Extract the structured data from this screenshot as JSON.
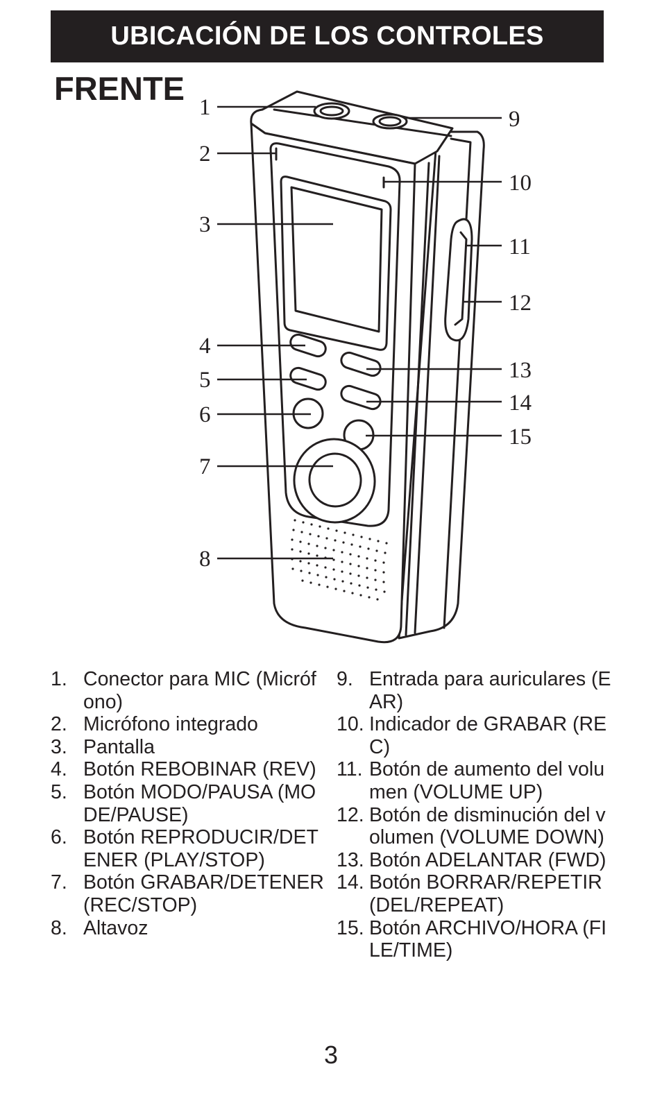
{
  "header": {
    "title": "UBICACIÓN DE LOS CONTROLES"
  },
  "section": {
    "title": "FRENTE"
  },
  "callouts": [
    "1",
    "2",
    "3",
    "4",
    "5",
    "6",
    "7",
    "8",
    "9",
    "10",
    "11",
    "12",
    "13",
    "14",
    "15"
  ],
  "legend_left": [
    {
      "num": "1.",
      "text": "Conector para MIC (Micrófono)"
    },
    {
      "num": "2.",
      "text": "Micrófono integrado"
    },
    {
      "num": "3.",
      "text": "Pantalla"
    },
    {
      "num": "4.",
      "text": "Botón REBOBINAR (REV)"
    },
    {
      "num": "5.",
      "text": "Botón MODO/PAUSA (MODE/PAUSE)"
    },
    {
      "num": "6.",
      "text": "Botón REPRODUCIR/DETENER (PLAY/STOP)"
    },
    {
      "num": "7.",
      "text": "Botón GRABAR/DETENER (REC/STOP)"
    },
    {
      "num": "8.",
      "text": "Altavoz"
    }
  ],
  "legend_right": [
    {
      "num": "9.",
      "text": "Entrada para auriculares (EAR)"
    },
    {
      "num": "10.",
      "text": "Indicador de GRABAR (REC)"
    },
    {
      "num": "11.",
      "text": "Botón de aumento del volumen (VOLUME UP)"
    },
    {
      "num": "12.",
      "text": "Botón de disminución del volumen (VOLUME DOWN)"
    },
    {
      "num": "13.",
      "text": "Botón ADELANTAR (FWD)"
    },
    {
      "num": "14.",
      "text": "Botón BORRAR/REPETIR (DEL/REPEAT)"
    },
    {
      "num": "15.",
      "text": "Botón ARCHIVO/HORA (FILE/TIME)"
    }
  ],
  "page_number": "3"
}
